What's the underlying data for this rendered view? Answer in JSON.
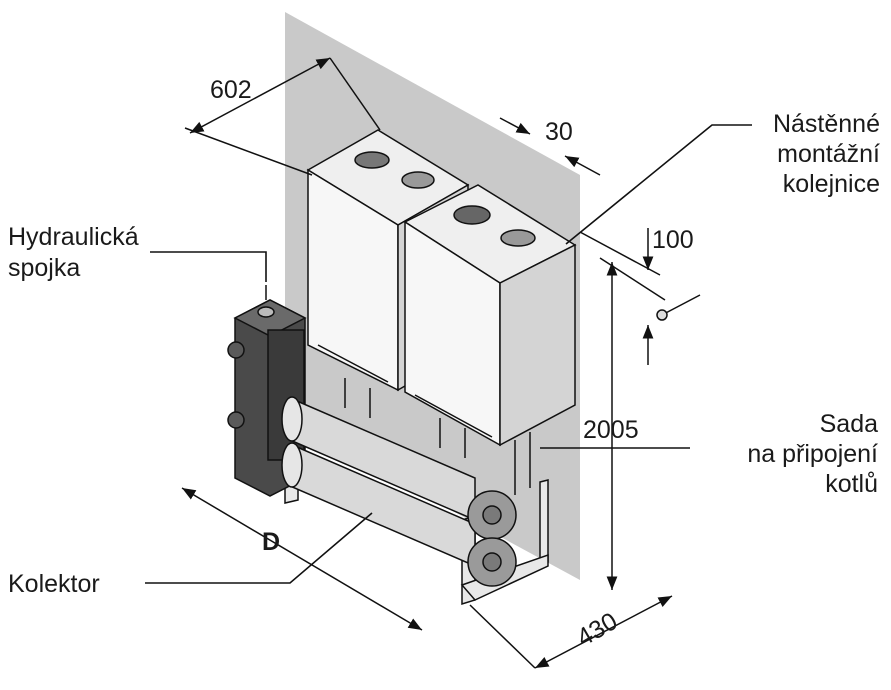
{
  "dimensions": {
    "width": "602",
    "gap": "30",
    "rail_offset": "100",
    "height": "2005",
    "depth": "430",
    "length": "D"
  },
  "callouts": {
    "hydraulic": [
      "Hydraulická",
      "spojka"
    ],
    "rail": [
      "Nástěnné",
      "montážní",
      "kolejnice"
    ],
    "connection": [
      "Sada",
      "na připojení",
      "kotlů"
    ],
    "collector": [
      "Kolektor"
    ]
  },
  "colors": {
    "wall": "#c9c9c9",
    "boiler_body": "#f7f7f7",
    "boiler_side": "#d4d4d4",
    "dark_unit": "#4a4a4a",
    "pipe": "#d9d9d9",
    "line": "#111111"
  }
}
